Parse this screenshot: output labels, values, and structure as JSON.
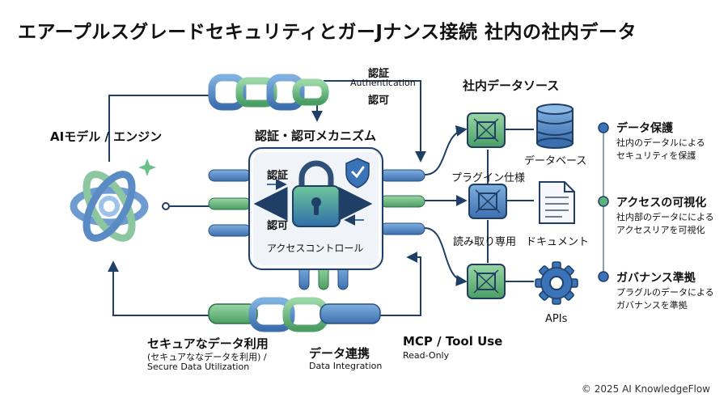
{
  "title": "エアープルスグレードセキュリティとガーJナンス接続 社内の社内データ",
  "ai_model": {
    "label": "AIモデル / エンジン"
  },
  "auth_top": {
    "label_jp": "認証",
    "label_en": "Authentication",
    "label_jp2": "認可"
  },
  "mechanism": {
    "title": "認証・認可メカニズム",
    "auth_label": "認証",
    "authz_label": "認可",
    "access_control": "アクセスコントロール"
  },
  "sources": {
    "title": "社内データソース",
    "plugin_spec": "プラグイン仕様",
    "read_only": "読み取り専用",
    "database": "データベース",
    "document": "ドキュメント",
    "apis": "APIs"
  },
  "features": [
    {
      "title": "データ保護",
      "desc": [
        "社内のデータルによる",
        "セキュリティを保護"
      ]
    },
    {
      "title": "アクセスの可視化",
      "desc": [
        "社内部のデータにによる",
        "アクセスリアを可視化"
      ]
    },
    {
      "title": "ガバナンス準拠",
      "desc": [
        "プラグルのデータによる",
        "ガバナンスを準拠"
      ]
    }
  ],
  "bottom": {
    "secure_use_title": "セキュアなデータ利用",
    "secure_use_sub1": "(セキュアななデータを利用) /",
    "secure_use_sub2": "Secure Data Utilization",
    "integration_title": "データ連携",
    "integration_sub": "Data Integration",
    "mcp_title": "MCP / Tool Use",
    "mcp_sub": "Read-Only"
  },
  "copyright": "© 2025 AI KnowledgeFlow",
  "colors": {
    "blue": "#3b73b9",
    "green": "#5fb37a",
    "navy": "#1f3f66",
    "panel": "#f0f3f7"
  }
}
